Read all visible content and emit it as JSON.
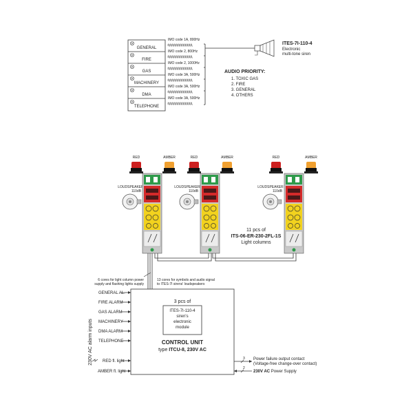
{
  "top_panel": {
    "inputs": [
      {
        "label": "GENERAL",
        "imo": "IMO code 1A, 800Hz"
      },
      {
        "label": "FIRE",
        "imo": "IMO code 2, 800Hz"
      },
      {
        "label": "GAS",
        "imo": "IMO code 2, 1000Hz"
      },
      {
        "label": "MACHINERY",
        "imo": "IMO code 3A, 500Hz"
      },
      {
        "label": "DMA",
        "imo": "IMO code 3A, 500Hz"
      },
      {
        "label": "TELEPHONE",
        "imo": "IMO code 3A, 500Hz"
      }
    ],
    "siren": {
      "model": "ITES-7I-110-4",
      "line1": "Electronic",
      "line2": "multi-tone siren"
    },
    "priority": {
      "title": "AUDIO PRIORITY:",
      "items": [
        "1. TOXIC GAS",
        "2. FIRE",
        "3. GENERAL",
        "4. OTHERS"
      ]
    }
  },
  "light_columns": {
    "beacon_red": "RED",
    "beacon_amber": "AMBER",
    "speaker_label": "LOUDSPEAKER",
    "speaker_db": "110dB",
    "caption_qty": "11 pcs of",
    "caption_model": "ITS-06-ER-230-2FL-1S",
    "caption_type": "Light columns"
  },
  "cables": {
    "left_line1": "6 cores for light column power",
    "left_line2": "supply and flashing lights supply",
    "right_line1": "13 cores for symbols and audio signal",
    "right_line2": "to ITES-7I sirens' loudspeakers"
  },
  "alarm_inputs": {
    "side_label": "230V AC alarm inputs",
    "items": [
      "GENERAL AL.",
      "FIRE ALARM",
      "GAS ALARM",
      "MACHINERY",
      "DMA ALARM",
      "TELEPHONE"
    ],
    "extra": [
      "RED fl. light",
      "AMBER fl. light"
    ]
  },
  "control_unit": {
    "module_qty": "3 pcs of",
    "module_line1": "ITES-7I-110-4",
    "module_line2": "siren's",
    "module_line3": "electronic",
    "module_line4": "module",
    "title": "CONTROL UNIT",
    "type_prefix": "type ",
    "type_model": "ITCU-8, 230V AC"
  },
  "outputs": {
    "pf_line1": "Power failure output contact",
    "pf_line2": "(Voltage-free change-over contact)",
    "pf_cores": "3",
    "psu_bold": "230V AC",
    "psu_rest": " Power Supply",
    "psu_cores": "2"
  },
  "colors": {
    "beacon_red": "#cc1f1f",
    "beacon_amber": "#f0a030",
    "column_green": "#2e9a4a",
    "column_red": "#d42a2a",
    "column_yellow": "#f2d21e",
    "column_grey": "#c8c8c8"
  }
}
